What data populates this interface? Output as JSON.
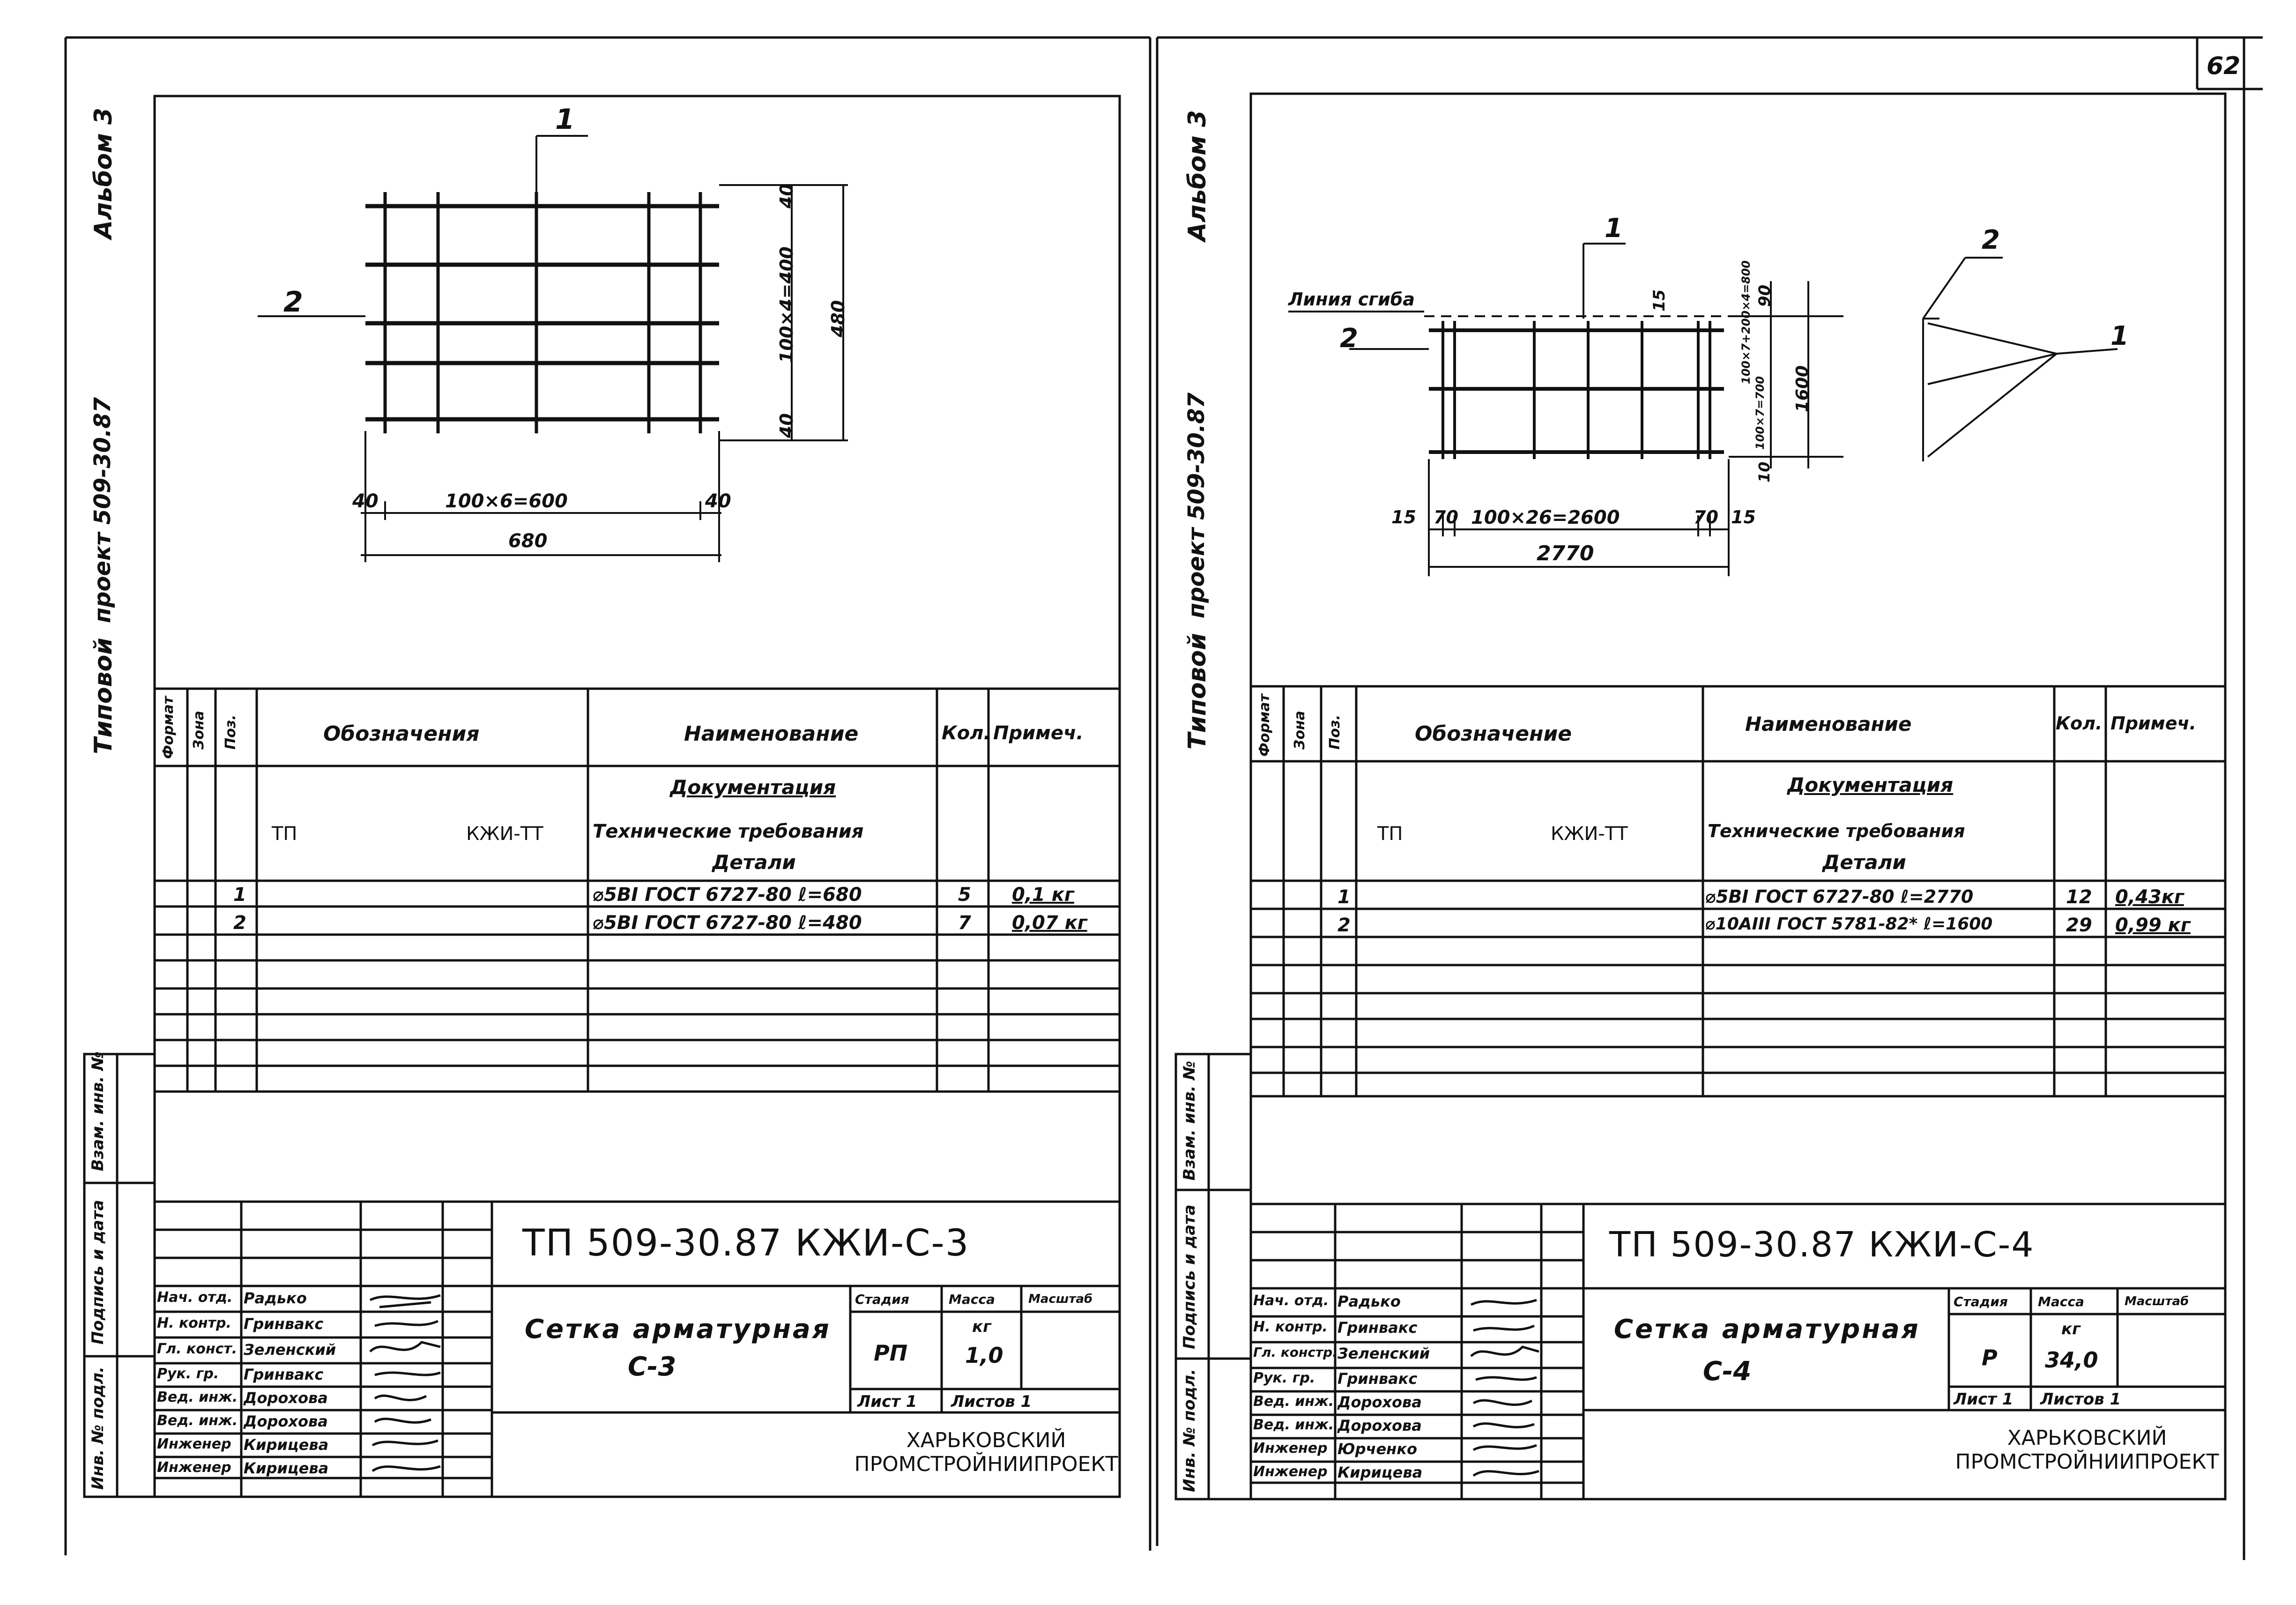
{
  "page_number": "62",
  "left": {
    "side_labels": {
      "album": "Альбом 3",
      "project": "проект 509-30.87",
      "type": "Типовой"
    },
    "stamp_labels": {
      "inv_vzam": "Взам. инв. №",
      "sign_date": "Подпись и дата",
      "inv_orig": "Инв. № подл."
    },
    "drawing": {
      "pos1": "1",
      "pos2": "2",
      "dim_40_top": "40",
      "dim_vert_main": "100×4=400",
      "dim_vert_total": "480",
      "dim_40_bottom": "40",
      "dim_40_left": "40",
      "dim_horiz_main": "100×6=600",
      "dim_40_right": "40",
      "dim_horiz_total": "680"
    },
    "table": {
      "headers": {
        "format": "Формат",
        "zone": "Зона",
        "pos": "Поз.",
        "designation": "Обозначения",
        "name": "Наименование",
        "qty": "Кол.",
        "note": "Примеч."
      },
      "section_doc": "Документация",
      "doc_tp": "ТП",
      "doc_code": "КЖИ-ТТ",
      "doc_name": "Технические требования",
      "section_parts": "Детали",
      "rows": [
        {
          "pos": "1",
          "name": "⌀5ВI ГОСТ 6727-80 ℓ=680",
          "qty": "5",
          "note": "0,1 кг"
        },
        {
          "pos": "2",
          "name": "⌀5ВI ГОСТ 6727-80 ℓ=480",
          "qty": "7",
          "note": "0,07 кг"
        }
      ]
    },
    "title_block": {
      "code": "ТП 509-30.87 КЖИ-С-3",
      "staff": [
        {
          "role": "Нач. отд.",
          "name": "Радько"
        },
        {
          "role": "Н. контр.",
          "name": "Гринвакс"
        },
        {
          "role": "Гл. конст.",
          "name": "Зеленский"
        },
        {
          "role": "Рук. гр.",
          "name": "Гринвакс"
        },
        {
          "role": "Вед. инж.",
          "name": "Дорохова"
        },
        {
          "role": "Вед. инж.",
          "name": "Дорохова"
        },
        {
          "role": "Инженер",
          "name": "Кирицева"
        },
        {
          "role": "Инженер",
          "name": "Кирицева"
        }
      ],
      "item_name": "Сетка арматурная",
      "item_code": "С-3",
      "stage_label": "Стадия",
      "mass_label": "Масса",
      "scale_label": "Масштаб",
      "stage": "РП",
      "mass_unit": "кг",
      "mass": "1,0",
      "sheet_label": "Лист 1",
      "sheets_label": "Листов 1",
      "org_line1": "ХАРЬКОВСКИЙ",
      "org_line2": "ПРОМСТРОЙНИИПРОЕКТ"
    }
  },
  "right": {
    "side_labels": {
      "album": "Альбом 3",
      "project": "проект 509-30.87",
      "type": "Типовой"
    },
    "stamp_labels": {
      "inv_vzam": "Взам. инв. №",
      "sign_date": "Подпись и дата",
      "inv_orig": "Инв. № подл."
    },
    "drawing": {
      "bend_line": "Линия сгиба",
      "pos1": "1",
      "pos2": "2",
      "side_pos1": "1",
      "side_pos2": "2",
      "dim_15_top": "15",
      "dim_90": "90",
      "dim_vert_main": "100×7+200×4=800",
      "dim_vert_sub": "100×7=700",
      "dim_vert_total": "1600",
      "dim_10": "10",
      "dim_15_left": "15",
      "dim_70_left": "70",
      "dim_horiz_main": "100×26=2600",
      "dim_70_right": "70",
      "dim_15_right": "15",
      "dim_horiz_total": "2770"
    },
    "table": {
      "headers": {
        "format": "Формат",
        "zone": "Зона",
        "pos": "Поз.",
        "designation": "Обозначение",
        "name": "Наименование",
        "qty": "Кол.",
        "note": "Примеч."
      },
      "section_doc": "Документация",
      "doc_tp": "ТП",
      "doc_code": "КЖИ-ТТ",
      "doc_name": "Технические требования",
      "section_parts": "Детали",
      "rows": [
        {
          "pos": "1",
          "name": "⌀5ВI ГОСТ 6727-80 ℓ=2770",
          "qty": "12",
          "note": "0,43кг"
        },
        {
          "pos": "2",
          "name": "⌀10АIII ГОСТ 5781-82* ℓ=1600",
          "qty": "29",
          "note": "0,99 кг"
        }
      ]
    },
    "title_block": {
      "code": "ТП 509-30.87 КЖИ-С-4",
      "staff": [
        {
          "role": "Нач. отд.",
          "name": "Радько"
        },
        {
          "role": "Н. контр.",
          "name": "Гринвакс"
        },
        {
          "role": "Гл. констр.",
          "name": "Зеленский"
        },
        {
          "role": "Рук. гр.",
          "name": "Гринвакс"
        },
        {
          "role": "Вед. инж.",
          "name": "Дорохова"
        },
        {
          "role": "Вед. инж.",
          "name": "Дорохова"
        },
        {
          "role": "Инженер",
          "name": "Юрченко"
        },
        {
          "role": "Инженер",
          "name": "Кирицева"
        }
      ],
      "item_name": "Сетка арматурная",
      "item_code": "С-4",
      "stage_label": "Стадия",
      "mass_label": "Масса",
      "scale_label": "Масштаб",
      "stage": "Р",
      "mass_unit": "кг",
      "mass": "34,0",
      "sheet_label": "Лист 1",
      "sheets_label": "Листов 1",
      "org_line1": "ХАРЬКОВСКИЙ",
      "org_line2": "ПРОМСТРОЙНИИПРОЕКТ"
    }
  }
}
